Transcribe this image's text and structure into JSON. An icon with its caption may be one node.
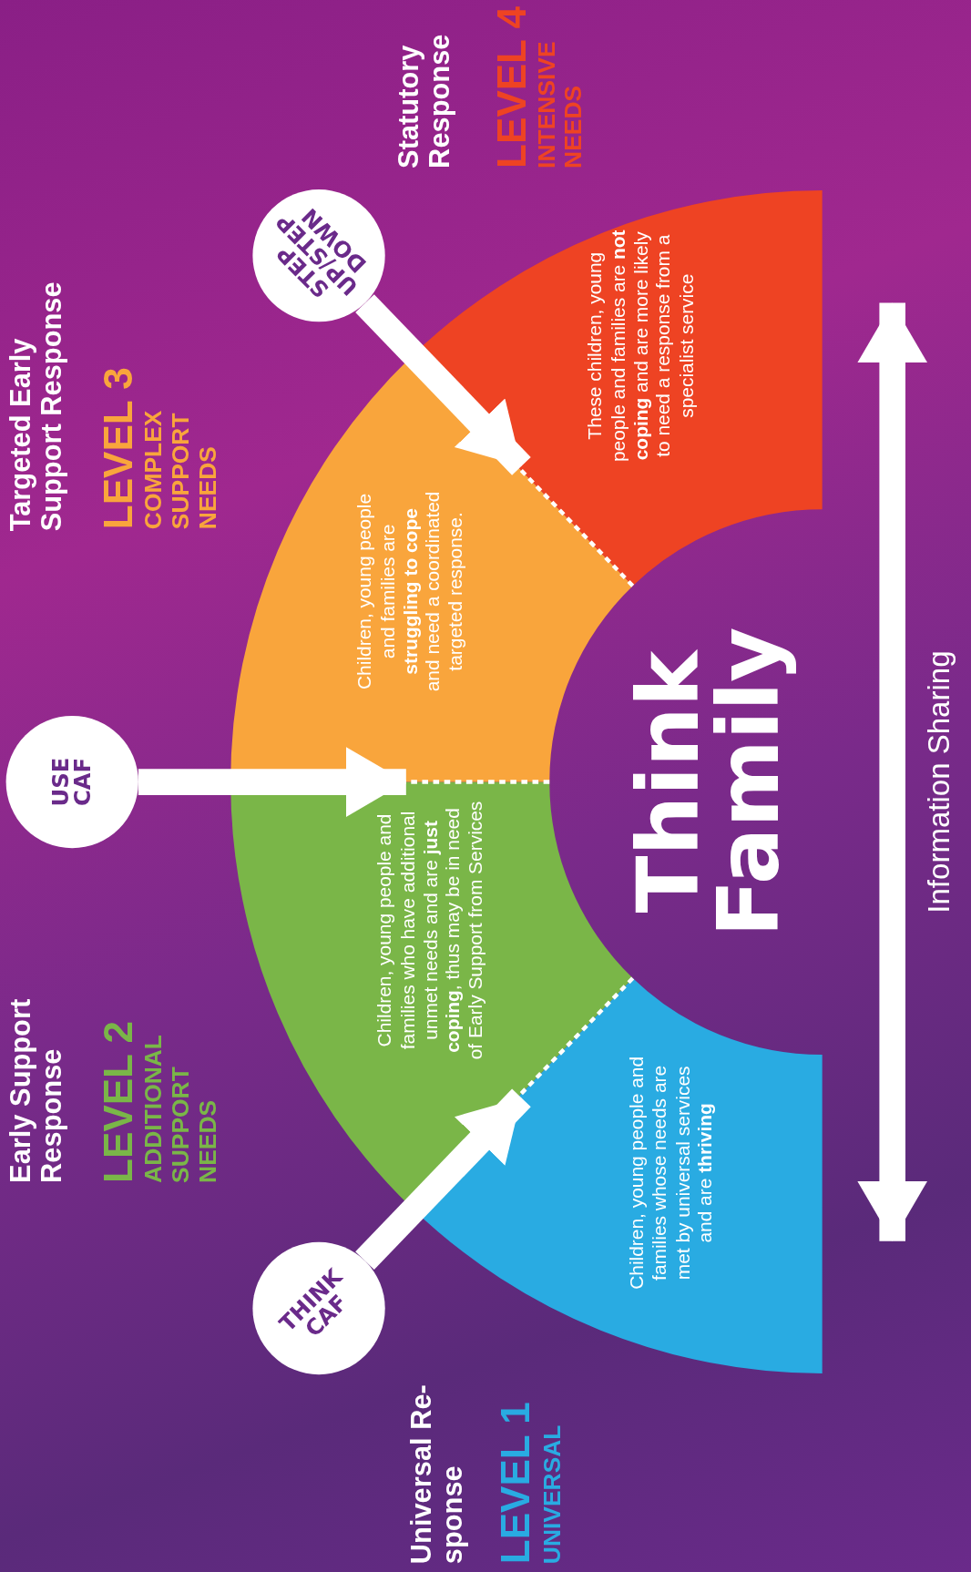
{
  "diagram": {
    "nodes": [
      {
        "text": [
          "Children, young people and families whose needs are met by universal services and are **thriving**"
        ]
      },
      {
        "text": [
          "Children, young people and families who have additional unmet needs and are **just coping**, thus may be in need of Early Support from Services"
        ]
      },
      {
        "text": [
          "Children, young people and families are **struggling to cope** and need a coordinated targeted response."
        ]
      },
      {
        "text": [
          "These children, young people and families are **not coping** and are more likely to need a response from a specialist service"
        ]
      },
      {
        "text": [
          "THINK CAF"
        ]
      },
      {
        "text": [
          "USE CAF"
        ]
      },
      {
        "text": [
          "STEP UP/STEP DOWN"
        ]
      }
    ],
    "edges": [
      {
        "from": 4,
        "to": 0,
        "arrow": "to"
      },
      {
        "from": 5,
        "to": 2,
        "arrow": "to"
      },
      {
        "from": 6,
        "to": 2,
        "arrow": "to"
      }
    ],
    "labels": [
      "Universal Re-sponse",
      "LEVEL 1",
      "UNIVERSAL",
      "Early Support Response",
      "LEVEL 2",
      "ADDITIONAL SUPPORT NEEDS",
      "Targeted Early Support Response",
      "LEVEL 3",
      "COMPLEX SUPPORT NEEDS",
      "Statutory Response",
      "LEVEL 4",
      "INTENSIVE NEEDS",
      "Think Family",
      "Information Sharing"
    ]
  }
}
